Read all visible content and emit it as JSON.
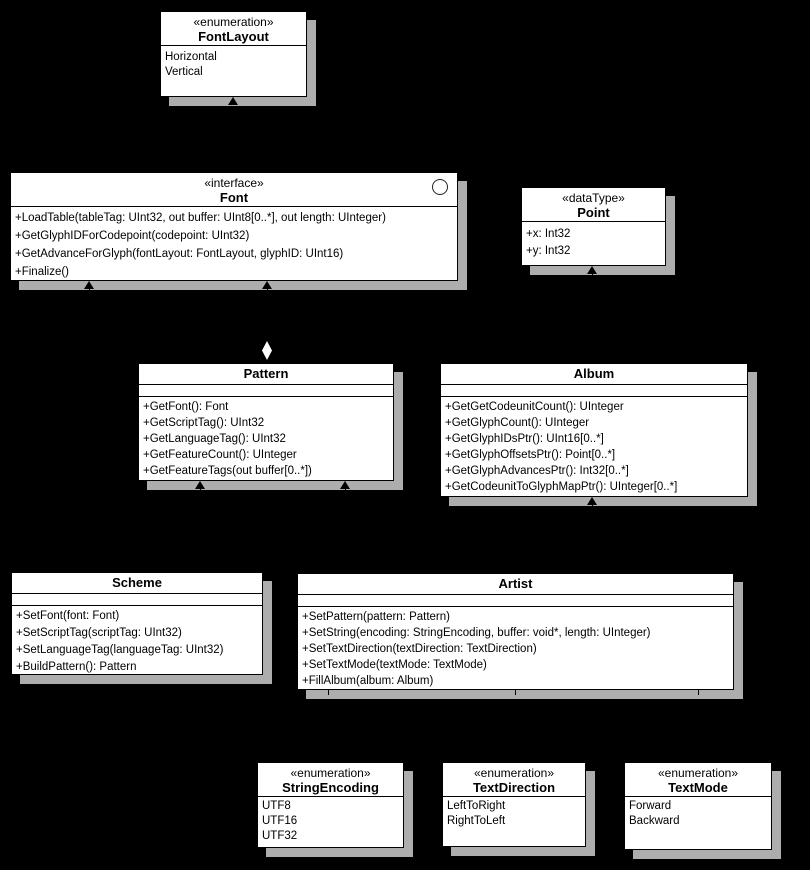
{
  "diagram": {
    "background_color": "#000000",
    "box_fill_color": "#ffffff",
    "border_color": "#000000",
    "shadow_color": "#adadad"
  },
  "classes": {
    "fontlayout": {
      "stereotype": "«enumeration»",
      "name": "FontLayout",
      "values": [
        "Horizontal",
        "Vertical"
      ]
    },
    "font": {
      "stereotype": "«interface»",
      "name": "Font",
      "methods": [
        "+LoadTable(tableTag: UInt32, out buffer: UInt8[0..*], out length: UInteger)",
        "+GetGlyphIDForCodepoint(codepoint: UInt32)",
        "+GetAdvanceForGlyph(fontLayout: FontLayout, glyphID: UInt16)",
        "+Finalize()"
      ]
    },
    "point": {
      "stereotype": "«dataType»",
      "name": "Point",
      "attributes": [
        "+x: Int32",
        "+y: Int32"
      ]
    },
    "pattern": {
      "name": "Pattern",
      "methods": [
        "+GetFont(): Font",
        "+GetScriptTag(): UInt32",
        "+GetLanguageTag(): UInt32",
        "+GetFeatureCount(): UInteger",
        "+GetFeatureTags(out buffer[0..*])"
      ]
    },
    "album": {
      "name": "Album",
      "methods": [
        "+GetGetCodeunitCount(): UInteger",
        "+GetGlyphCount(): UInteger",
        "+GetGlyphIDsPtr(): UInt16[0..*]",
        "+GetGlyphOffsetsPtr(): Point[0..*]",
        "+GetGlyphAdvancesPtr(): Int32[0..*]",
        "+GetCodeunitToGlyphMapPtr(): UInteger[0..*]"
      ]
    },
    "scheme": {
      "name": "Scheme",
      "methods": [
        "+SetFont(font: Font)",
        "+SetScriptTag(scriptTag: UInt32)",
        "+SetLanguageTag(languageTag: UInt32)",
        "+BuildPattern(): Pattern"
      ]
    },
    "artist": {
      "name": "Artist",
      "methods": [
        "+SetPattern(pattern: Pattern)",
        "+SetString(encoding: StringEncoding, buffer: void*, length: UInteger)",
        "+SetTextDirection(textDirection: TextDirection)",
        "+SetTextMode(textMode: TextMode)",
        "+FillAlbum(album: Album)"
      ]
    },
    "stringencoding": {
      "stereotype": "«enumeration»",
      "name": "StringEncoding",
      "values": [
        "UTF8",
        "UTF16",
        "UTF32"
      ]
    },
    "textdirection": {
      "stereotype": "«enumeration»",
      "name": "TextDirection",
      "values": [
        "LeftToRight",
        "RightToLeft"
      ]
    },
    "textmode": {
      "stereotype": "«enumeration»",
      "name": "TextMode",
      "values": [
        "Forward",
        "Backward"
      ]
    }
  },
  "relationships": [
    {
      "from": "Font",
      "to": "FontLayout",
      "type": "dependency",
      "end": "open-arrow"
    },
    {
      "from": "Scheme",
      "to": "Font",
      "type": "dependency",
      "end": "open-arrow"
    },
    {
      "from": "Pattern",
      "to": "Font",
      "type": "aggregation",
      "end": "open-arrow-with-hollow-diamond-at-pattern"
    },
    {
      "from": "Album",
      "to": "Point",
      "type": "dependency",
      "end": "open-arrow"
    },
    {
      "from": "Scheme",
      "to": "Pattern",
      "type": "dependency",
      "end": "open-arrow"
    },
    {
      "from": "Artist",
      "to": "Pattern",
      "type": "dependency",
      "end": "open-arrow"
    },
    {
      "from": "Artist",
      "to": "Album",
      "type": "dependency",
      "end": "open-arrow"
    },
    {
      "from": "Artist",
      "to": "StringEncoding",
      "type": "dashed-dependency",
      "end": "arrow"
    },
    {
      "from": "Artist",
      "to": "TextDirection",
      "type": "dashed-dependency",
      "end": "arrow"
    },
    {
      "from": "Artist",
      "to": "TextMode",
      "type": "dashed-dependency",
      "end": "arrow"
    }
  ]
}
